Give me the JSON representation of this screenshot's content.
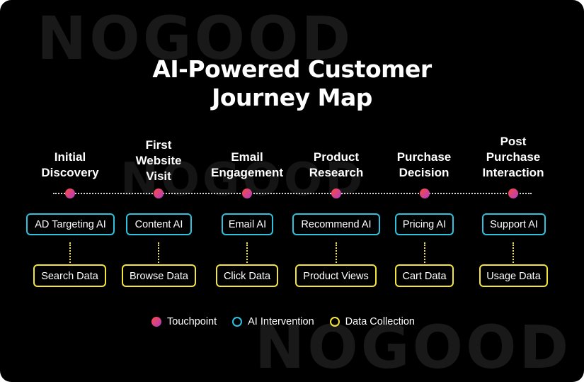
{
  "brand_watermark": "NOGOOD",
  "title_lines": [
    "AI-Powered Customer",
    "Journey Map"
  ],
  "stages": [
    {
      "label": "Initial\nDiscovery",
      "ai": "AD Targeting AI",
      "data": "Search Data"
    },
    {
      "label": "First\nWebsite\nVisit",
      "ai": "Content AI",
      "data": "Browse Data"
    },
    {
      "label": "Email\nEngagement",
      "ai": "Email AI",
      "data": "Click Data"
    },
    {
      "label": "Product\nResearch",
      "ai": "Recommend AI",
      "data": "Product Views"
    },
    {
      "label": "Purchase\nDecision",
      "ai": "Pricing AI",
      "data": "Cart Data"
    },
    {
      "label": "Post\nPurchase\nInteraction",
      "ai": "Support AI",
      "data": "Usage Data"
    }
  ],
  "legend": {
    "touchpoint": "Touchpoint",
    "ai_intervention": "AI Intervention",
    "data_collection": "Data Collection"
  },
  "colors": {
    "background": "#000000",
    "ai_border": "#2fc1de",
    "data_border": "#f4e53d",
    "touchpoint_start": "#ff4a3d",
    "touchpoint_end": "#b03cc8"
  }
}
